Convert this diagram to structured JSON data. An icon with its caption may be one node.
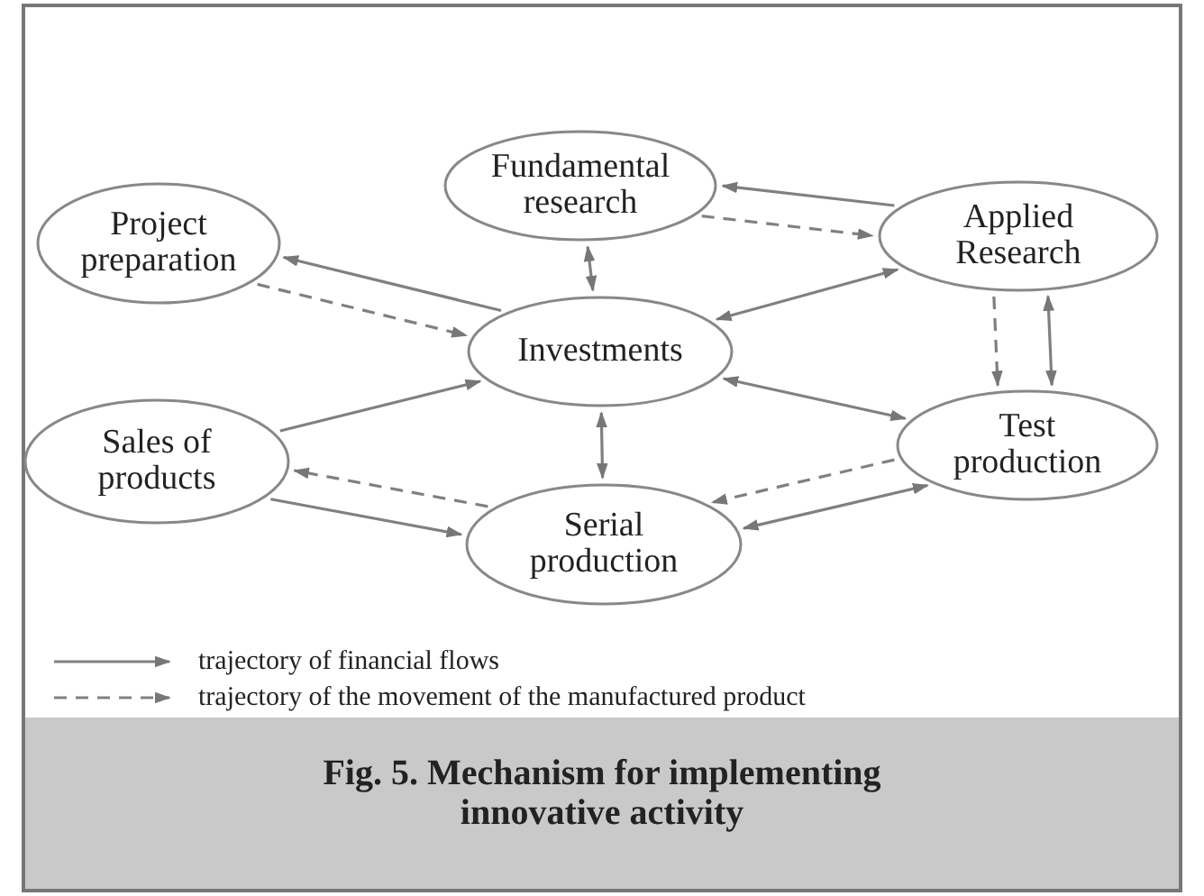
{
  "diagram": {
    "caption": "Fig. 5. Mechanism for implementing innovative activity",
    "nodes": [
      {
        "text": [
          "Fundamental research"
        ]
      },
      {
        "text": [
          "Project preparation"
        ]
      },
      {
        "text": [
          "Applied Research"
        ]
      },
      {
        "text": [
          "Investments"
        ]
      },
      {
        "text": [
          "Sales of products"
        ]
      },
      {
        "text": [
          "Test production"
        ]
      },
      {
        "text": [
          "Serial production"
        ]
      }
    ],
    "edges": [
      {
        "from": 2,
        "to": 0,
        "arrow": "to"
      },
      {
        "from": 0,
        "to": 2,
        "arrow": "to",
        "style": "dashed"
      },
      {
        "from": 0,
        "to": 3,
        "arrow": "both"
      },
      {
        "from": 3,
        "to": 1,
        "arrow": "to"
      },
      {
        "from": 1,
        "to": 3,
        "arrow": "to",
        "style": "dashed"
      },
      {
        "from": 3,
        "to": 2,
        "arrow": "both"
      },
      {
        "from": 2,
        "to": 5,
        "arrow": "to",
        "style": "dashed"
      },
      {
        "from": 2,
        "to": 5,
        "arrow": "both"
      },
      {
        "from": 4,
        "to": 3,
        "arrow": "to"
      },
      {
        "from": 6,
        "to": 4,
        "arrow": "to",
        "style": "dashed"
      },
      {
        "from": 4,
        "to": 6,
        "arrow": "to"
      },
      {
        "from": 3,
        "to": 6,
        "arrow": "both"
      },
      {
        "from": 3,
        "to": 5,
        "arrow": "both"
      },
      {
        "from": 5,
        "to": 6,
        "arrow": "to",
        "style": "dashed"
      },
      {
        "from": 6,
        "to": 5,
        "arrow": "both"
      }
    ],
    "legend": [
      {
        "text": "trajectory of financial flows"
      },
      {
        "text": "trajectory of the movement of the manufactured product"
      }
    ]
  }
}
